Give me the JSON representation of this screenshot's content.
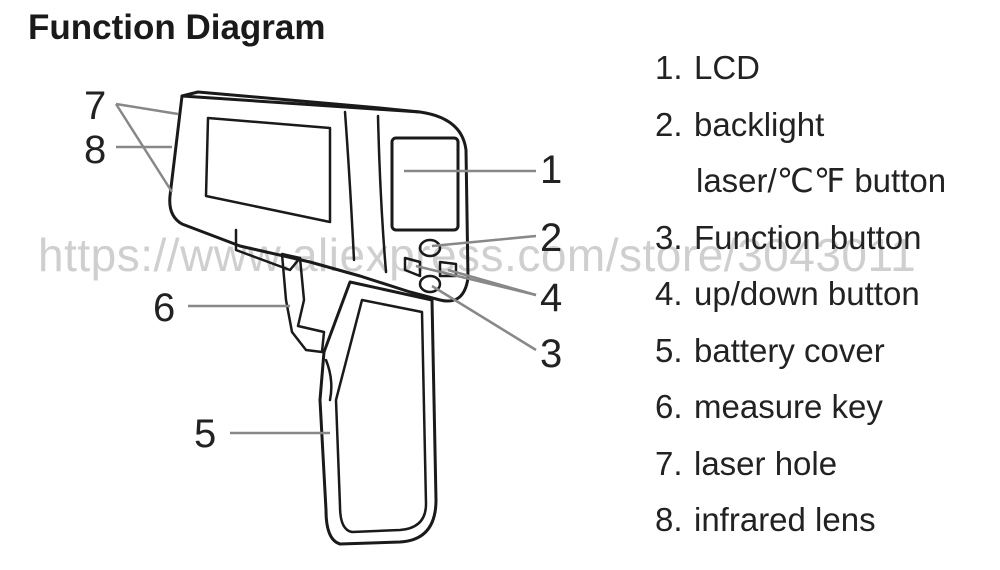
{
  "title": "Function Diagram",
  "watermark": "https://www.aliexpress.com/store/3043011",
  "legend": [
    {
      "num": "1.",
      "text": "LCD"
    },
    {
      "num": "2.",
      "text": "backlight"
    },
    {
      "num": "",
      "text": "laser/℃℉ button"
    },
    {
      "num": "3.",
      "text": "Function button"
    },
    {
      "num": "4.",
      "text": "up/down button"
    },
    {
      "num": "5.",
      "text": "battery cover"
    },
    {
      "num": "6.",
      "text": "measure key"
    },
    {
      "num": "7.",
      "text": "laser hole"
    },
    {
      "num": "8.",
      "text": "infrared lens"
    }
  ],
  "callouts": {
    "c1": "1",
    "c2": "2",
    "c3": "3",
    "c4": "4",
    "c5": "5",
    "c6": "6",
    "c7": "7",
    "c8": "8"
  }
}
